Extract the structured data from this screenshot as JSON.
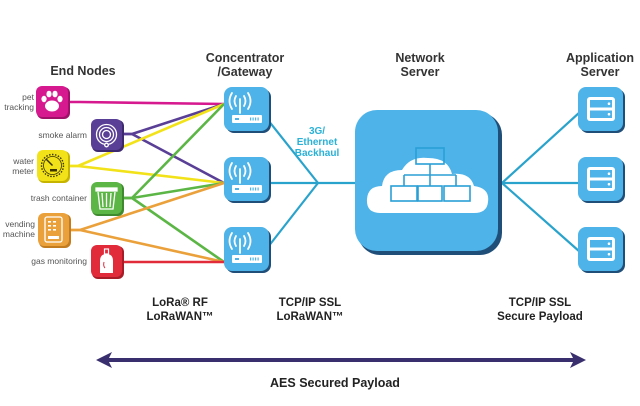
{
  "headers": {
    "end_nodes": "End Nodes",
    "gateway_line1": "Concentrator",
    "gateway_line2": "/Gateway",
    "network_line1": "Network",
    "network_line2": "Server",
    "app_line1": "Application",
    "app_line2": "Server"
  },
  "end_nodes": [
    {
      "label_line1": "pet",
      "label_line2": "tracking",
      "icon": "paw-icon",
      "color": "#d6198f",
      "connects_to": [
        0
      ]
    },
    {
      "label_line1": "smoke alarm",
      "label_line2": "",
      "icon": "smoke-alarm-icon",
      "color": "#5a3f96",
      "connects_to": [
        0,
        1
      ]
    },
    {
      "label_line1": "water",
      "label_line2": "meter",
      "icon": "gauge-icon",
      "color": "#f2e21a",
      "connects_to": [
        0,
        1
      ]
    },
    {
      "label_line1": "trash container",
      "label_line2": "",
      "icon": "trash-can-icon",
      "color": "#5cb646",
      "connects_to": [
        0,
        1,
        2
      ]
    },
    {
      "label_line1": "vending",
      "label_line2": "machine",
      "icon": "vending-machine-icon",
      "color": "#eba13b",
      "connects_to": [
        1,
        2
      ]
    },
    {
      "label_line1": "gas monitoring",
      "label_line2": "",
      "icon": "gas-cylinder-icon",
      "color": "#e12a3a",
      "connects_to": [
        2
      ]
    }
  ],
  "gateways": [
    {
      "icon": "wireless-router-icon"
    },
    {
      "icon": "wireless-router-icon"
    },
    {
      "icon": "wireless-router-icon"
    }
  ],
  "network_server": {
    "icon": "cloud-network-icon"
  },
  "app_servers": [
    {
      "icon": "server-icon"
    },
    {
      "icon": "server-icon"
    },
    {
      "icon": "server-icon"
    }
  ],
  "backhaul": {
    "line1": "3G/",
    "line2": "Ethernet",
    "line3": "Backhaul"
  },
  "protocols": {
    "rf_line1": "LoRa® RF",
    "rf_line2": "LoRaWAN™",
    "gw_line1": "TCP/IP SSL",
    "gw_line2": "LoRaWAN™",
    "app_line1": "TCP/IP SSL",
    "app_line2": "Secure Payload"
  },
  "aes_label": "AES Secured Payload",
  "colors": {
    "blue": "#4db3e8",
    "blue_dark": "#1f4e79",
    "line_blue": "#2aa3cc",
    "arrow": "#3a2f6e"
  }
}
